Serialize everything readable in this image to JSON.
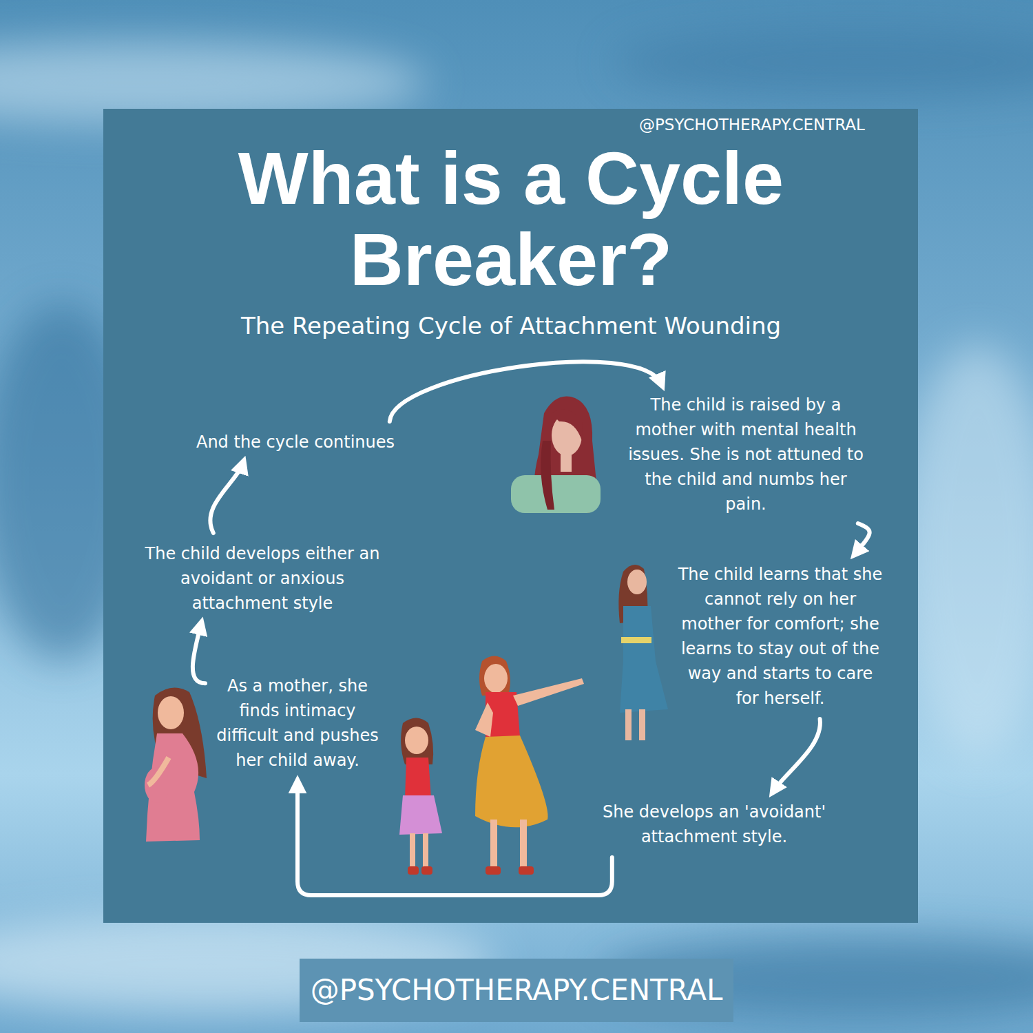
{
  "diagram": {
    "title": "What is a Cycle Breaker?",
    "nodes": [
      {
        "text": [
          "The child is raised by a mother with mental health issues. She is not attuned to the child and numbs her pain."
        ]
      },
      {
        "text": [
          "The child learns that she cannot rely on her mother for comfort; she learns to stay out of the way and starts to care for herself."
        ]
      },
      {
        "text": [
          "She develops an 'avoidant' attachment style."
        ]
      },
      {
        "text": [
          "As a mother, she finds intimacy difficult and pushes her child away."
        ]
      },
      {
        "text": [
          "The child develops either an avoidant or anxious attachment style"
        ]
      },
      {
        "text": [
          "And the cycle continues"
        ]
      }
    ],
    "edges": [
      {
        "from": 0,
        "to": 1,
        "arrow": "to"
      },
      {
        "from": 1,
        "to": 2,
        "arrow": "to"
      },
      {
        "from": 2,
        "to": 3,
        "arrow": "to"
      },
      {
        "from": 3,
        "to": 4,
        "arrow": "to"
      },
      {
        "from": 4,
        "to": 5,
        "arrow": "to"
      },
      {
        "from": 5,
        "to": 0,
        "arrow": "to"
      }
    ],
    "labels": [
      "The Repeating Cycle of Attachment Wounding",
      "@PSYCHOTHERAPY.CENTRAL",
      "@PSYCHOTHERAPY.CENTRAL"
    ]
  }
}
